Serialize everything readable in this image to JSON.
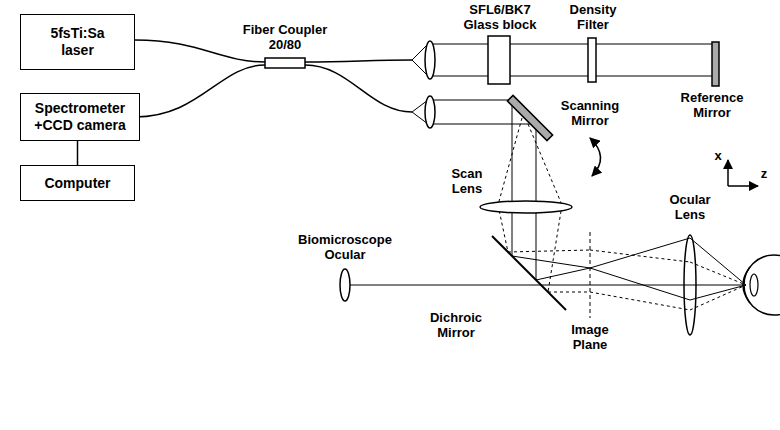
{
  "diagram": {
    "nodes": [
      {
        "text": [
          "5fsTi:Sa laser"
        ]
      },
      {
        "text": [
          "Spectrometer +CCD camera"
        ]
      },
      {
        "text": [
          "Computer"
        ]
      }
    ],
    "edges": [
      {
        "from": 1,
        "to": 2,
        "arrow": "none"
      }
    ],
    "labels": [
      "Fiber Coupler 20/80",
      "SFL6/BK7 Glass block",
      "Density Filter",
      "Reference Mirror",
      "Scanning Mirror",
      "Scan Lens",
      "Ocular Lens",
      "Biomicroscope Ocular",
      "Dichroic Mirror",
      "Image Plane",
      "x",
      "z"
    ]
  }
}
